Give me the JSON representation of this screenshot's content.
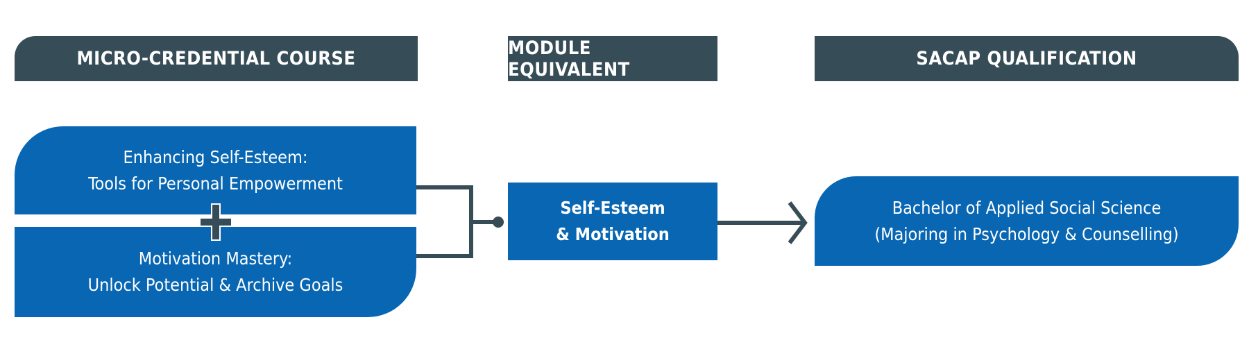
{
  "headers": {
    "course": "MICRO-CREDENTIAL COURSE",
    "module": "MODULE EQUIVALENT",
    "qualification": "SACAP QUALIFICATION"
  },
  "courses": [
    {
      "line1": "Enhancing Self-Esteem:",
      "line2": "Tools for Personal Empowerment"
    },
    {
      "line1": "Motivation Mastery:",
      "line2": "Unlock Potential & Archive Goals"
    }
  ],
  "module": {
    "line1": "Self-Esteem",
    "line2": "& Motivation"
  },
  "qualification": {
    "line1": "Bachelor of Applied Social Science",
    "line2": "(Majoring in Psychology & Counselling)"
  },
  "colors": {
    "header": "#364c57",
    "box": "#0866b2"
  }
}
